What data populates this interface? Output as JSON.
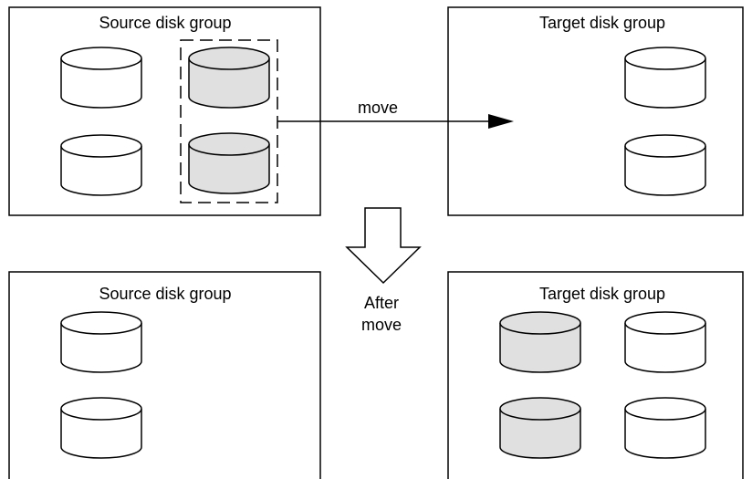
{
  "colors": {
    "outline": "#000000",
    "disk_fill": "#ffffff",
    "moved_disk_fill": "#e0e0e0",
    "background": "#ffffff"
  },
  "before": {
    "source_group": {
      "title": "Source disk group",
      "disks": [
        "plain",
        "moved",
        "plain",
        "moved"
      ]
    },
    "target_group": {
      "title": "Target disk group",
      "disks": [
        "plain",
        "plain"
      ]
    },
    "move_label": "move"
  },
  "transition": {
    "label_line1": "After",
    "label_line2": "move",
    "icon": "hollow-down-arrow-icon"
  },
  "after": {
    "source_group": {
      "title": "Source disk group",
      "disks": [
        "plain",
        "plain"
      ]
    },
    "target_group": {
      "title": "Target disk group",
      "disks": [
        "moved",
        "plain",
        "moved",
        "plain"
      ]
    }
  }
}
